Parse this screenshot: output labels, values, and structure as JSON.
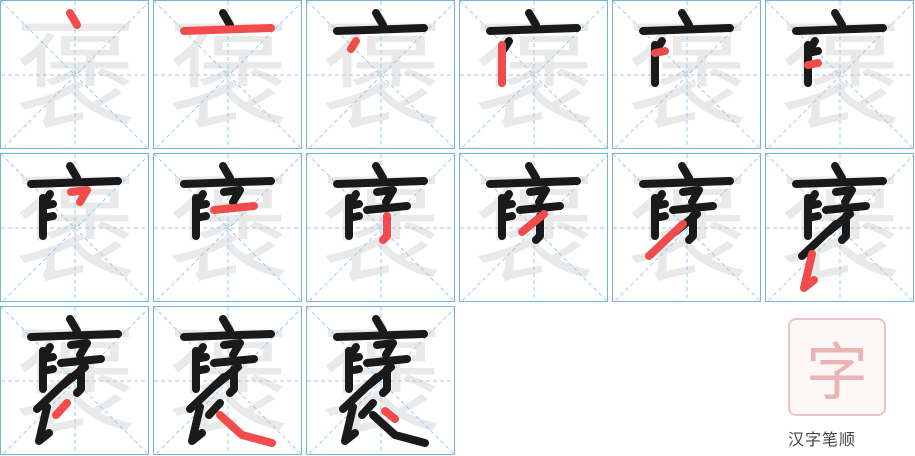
{
  "character": "褒",
  "step_count": 15,
  "colors": {
    "grid_border": "#78b3da",
    "guide_line": "#9ecbe8",
    "ghost_glyph": "#e9e9e9",
    "done_stroke": "#1a1a1a",
    "current_stroke": "#f24b4b",
    "seal_border": "#f0c2c2"
  },
  "brand": {
    "seal_glyph": "字",
    "label": "汉字笔顺"
  }
}
